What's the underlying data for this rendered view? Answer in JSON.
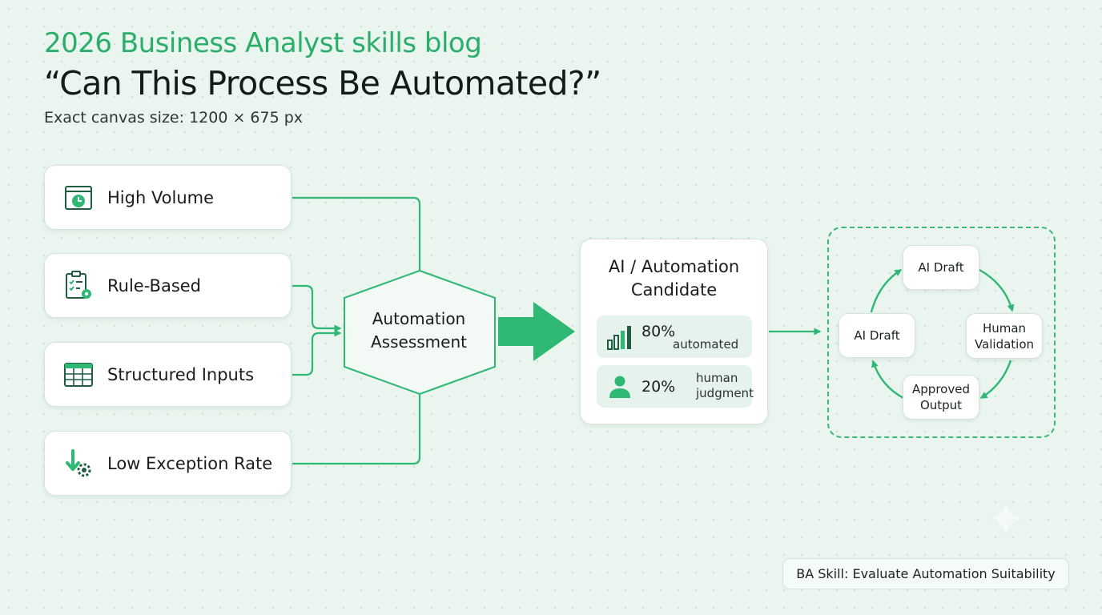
{
  "header": {
    "blog_title": "2026 Business Analyst skills blog",
    "main_title": "“Can This Process Be Automated?”",
    "canvas_note": "Exact canvas size: 1200 × 675 px"
  },
  "criteria": [
    {
      "label": "High Volume",
      "icon": "clock-icon"
    },
    {
      "label": "Rule-Based",
      "icon": "checklist-gear-icon"
    },
    {
      "label": "Structured Inputs",
      "icon": "table-icon"
    },
    {
      "label": "Low Exception Rate",
      "icon": "down-arrow-gear-icon"
    }
  ],
  "assessment": {
    "line1": "Automation",
    "line2": "Assessment"
  },
  "candidate": {
    "line1": "AI / Automation",
    "line2": "Candidate",
    "stats": [
      {
        "percent": "80%",
        "line1": "automated",
        "line2": "",
        "icon": "bar-chart-icon"
      },
      {
        "percent": "20%",
        "line1": "human",
        "line2": "judgment",
        "icon": "person-icon"
      }
    ]
  },
  "loop": {
    "top": {
      "line1": "AI Draft",
      "line2": ""
    },
    "left": {
      "line1": "AI Draft",
      "line2": ""
    },
    "right": {
      "line1": "Human",
      "line2": "Validation"
    },
    "bottom": {
      "line1": "Approved",
      "line2": "Output"
    }
  },
  "footer": {
    "skill_tag": "BA Skill: Evaluate Automation Suitability"
  },
  "colors": {
    "accent": "#2cae6b",
    "arrow": "#2fb874",
    "background": "#e9f5ee",
    "card": "#ffffff",
    "stat_bg": "#e6f3ec"
  }
}
